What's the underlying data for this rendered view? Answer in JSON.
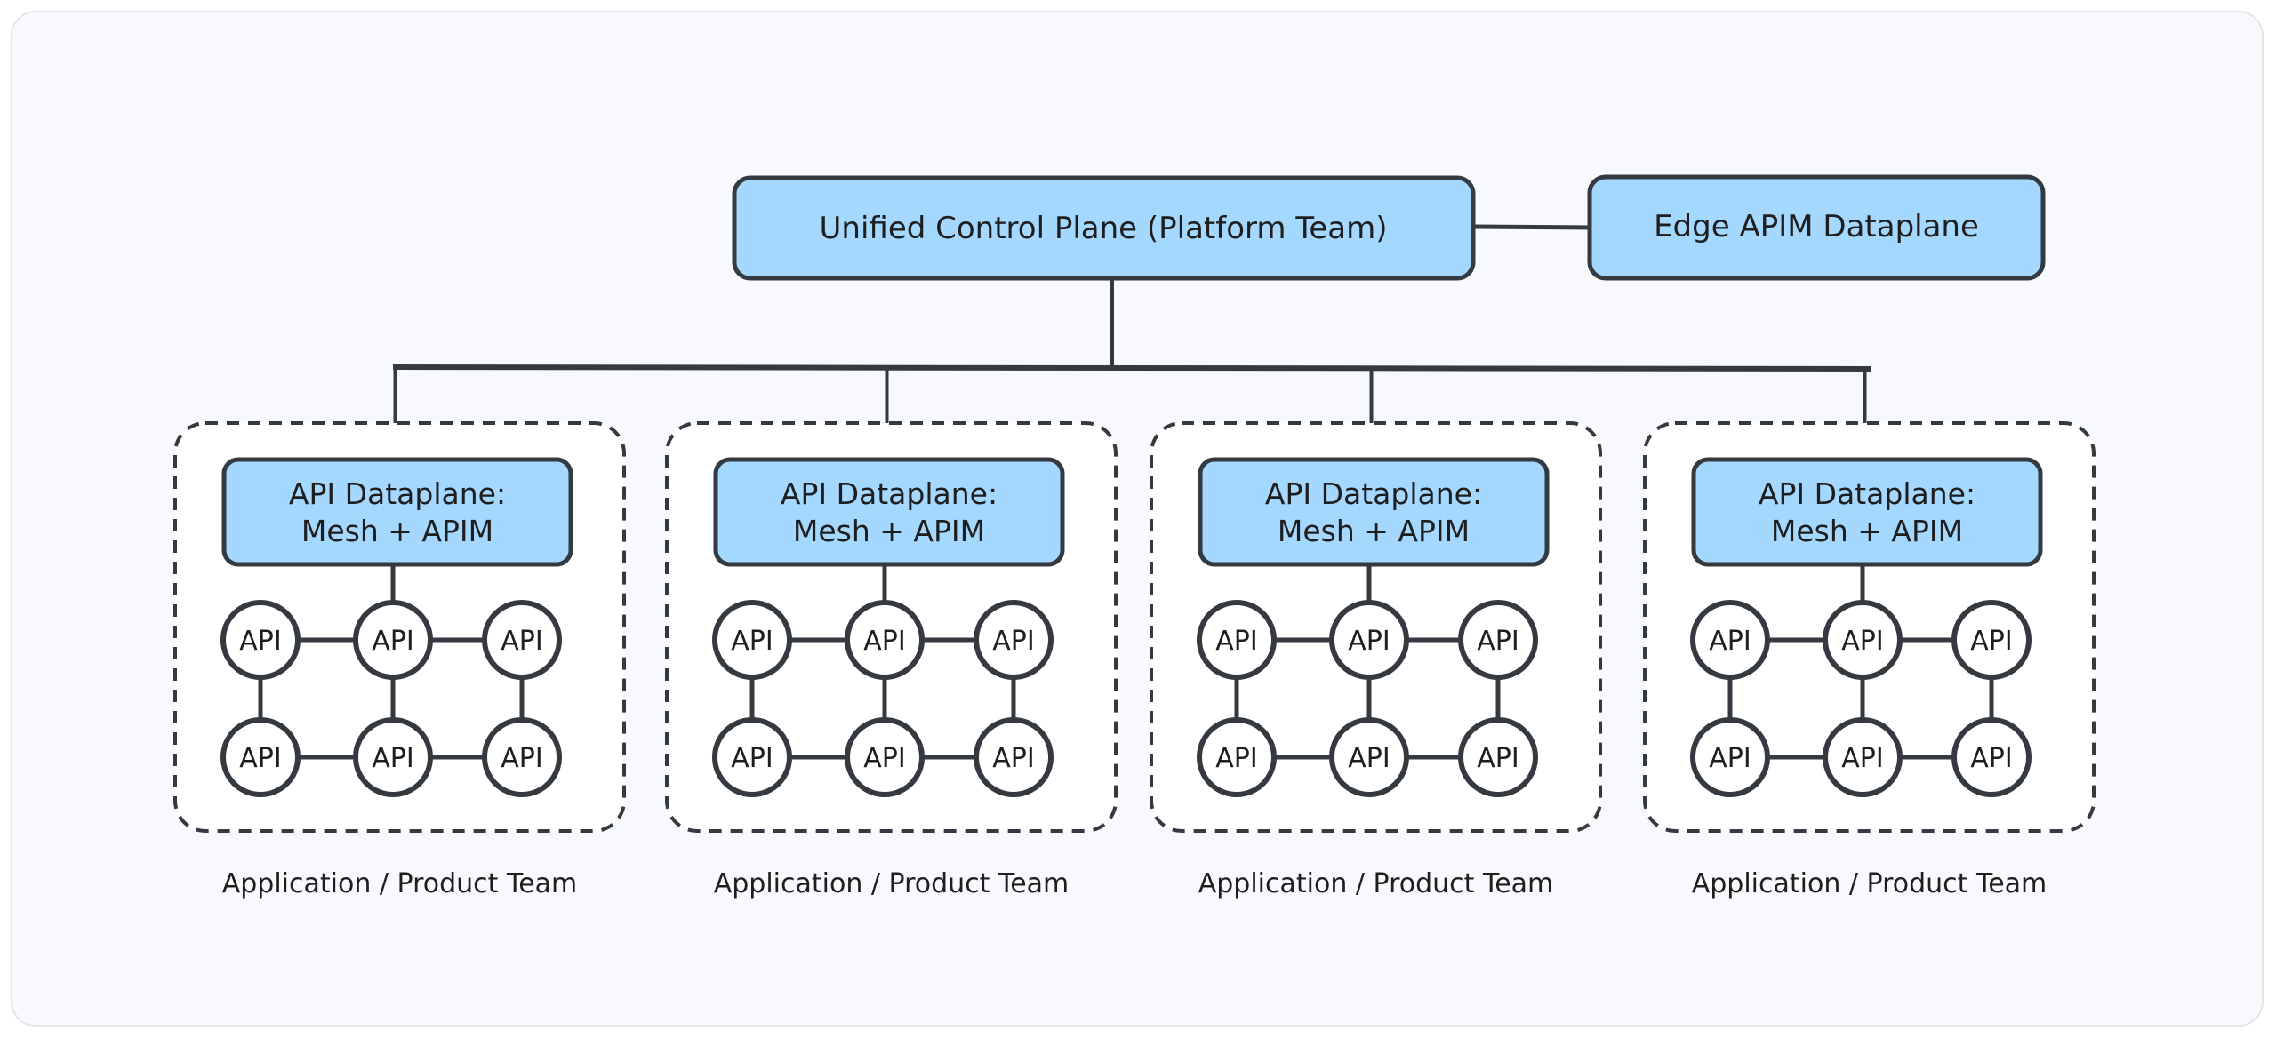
{
  "colors": {
    "background": "#f8f9fc",
    "box_fill": "#a5d8ff",
    "stroke": "#343a40",
    "text": "#1e1e1e",
    "group_fill": "#ffffff"
  },
  "control_plane": {
    "label": "Unified Control Plane (Platform Team)"
  },
  "edge": {
    "label": "Edge APIM Dataplane"
  },
  "groups": [
    {
      "dataplane_line1": "API Dataplane:",
      "dataplane_line2": "Mesh + APIM",
      "api_nodes": [
        "API",
        "API",
        "API",
        "API",
        "API",
        "API"
      ],
      "caption": "Application / Product Team"
    },
    {
      "dataplane_line1": "API Dataplane:",
      "dataplane_line2": "Mesh + APIM",
      "api_nodes": [
        "API",
        "API",
        "API",
        "API",
        "API",
        "API"
      ],
      "caption": "Application / Product Team"
    },
    {
      "dataplane_line1": "API Dataplane:",
      "dataplane_line2": "Mesh + APIM",
      "api_nodes": [
        "API",
        "API",
        "API",
        "API",
        "API",
        "API"
      ],
      "caption": "Application / Product Team"
    },
    {
      "dataplane_line1": "API Dataplane:",
      "dataplane_line2": "Mesh + APIM",
      "api_nodes": [
        "API",
        "API",
        "API",
        "API",
        "API",
        "API"
      ],
      "caption": "Application / Product Team"
    }
  ]
}
